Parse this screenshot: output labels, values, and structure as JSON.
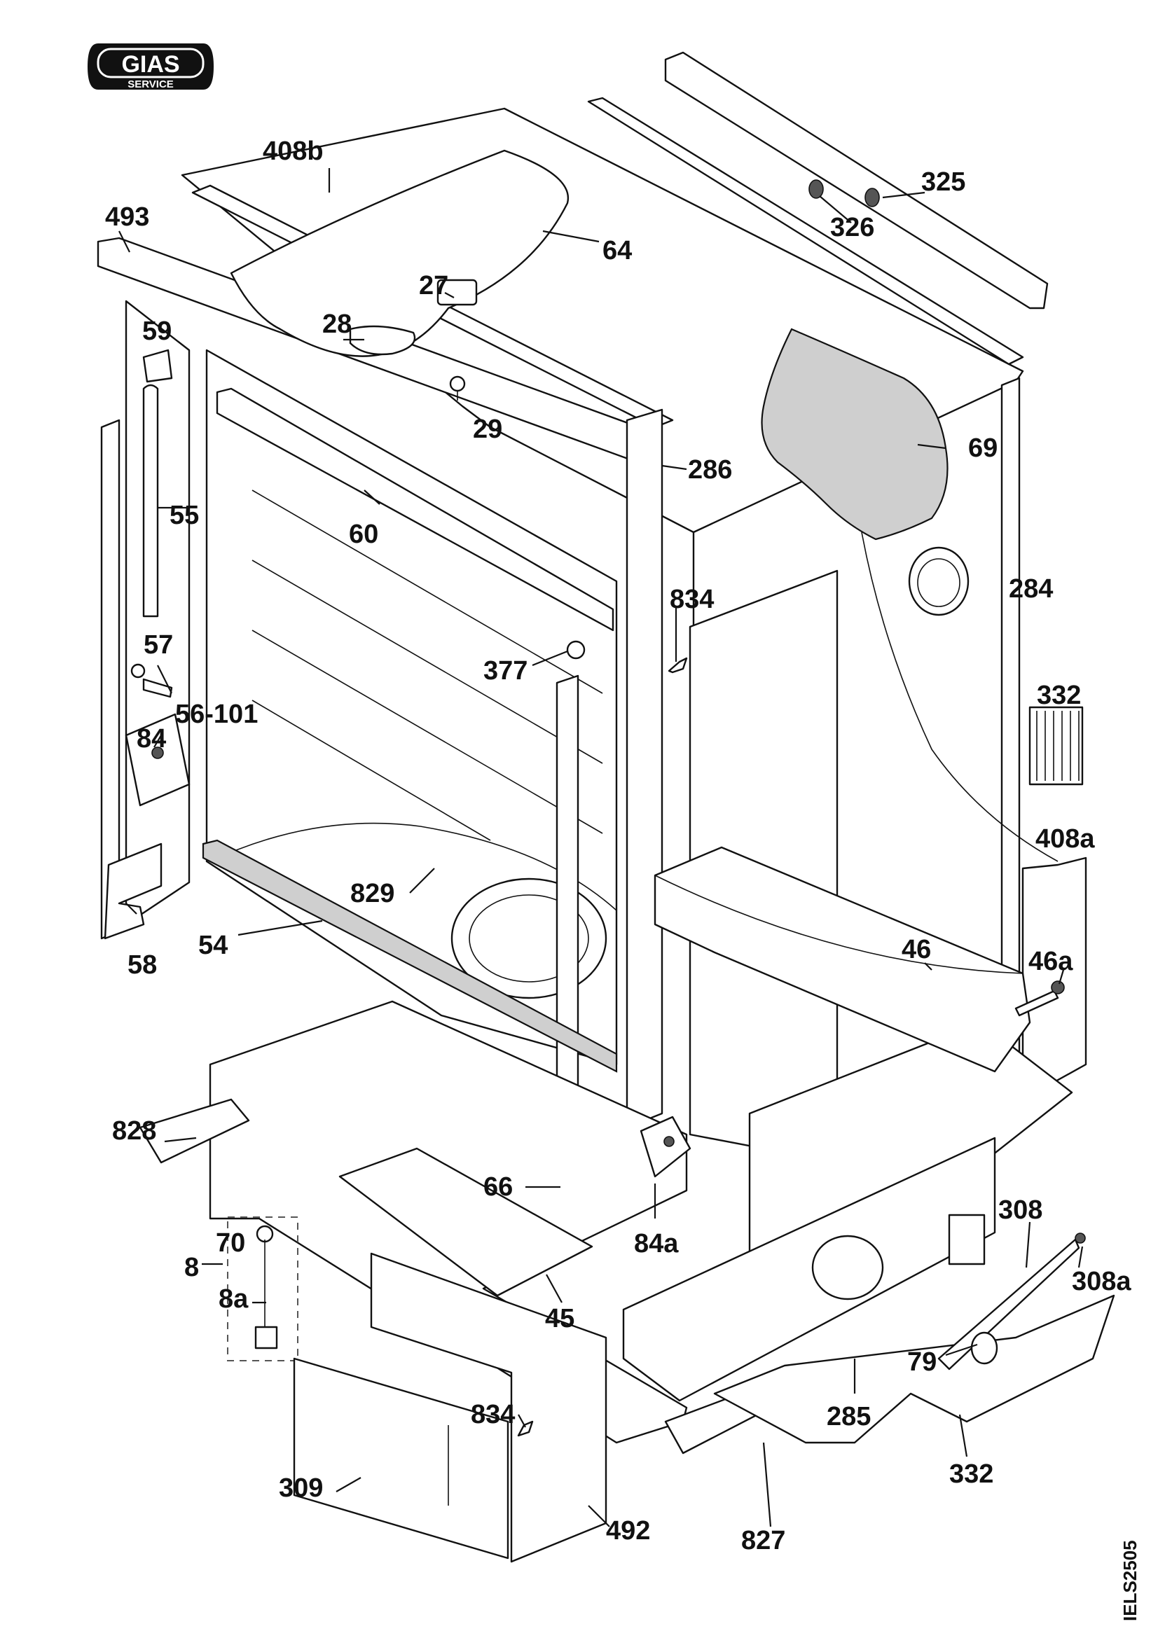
{
  "logo": {
    "brand": "GIAS",
    "subtitle": "SERVICE"
  },
  "document_code": "IELS2505",
  "parts": {
    "p408b": "408b",
    "p493": "493",
    "p64": "64",
    "p27": "27",
    "p28": "28",
    "p59": "59",
    "p29": "29",
    "p325": "325",
    "p326": "326",
    "p69": "69",
    "p286": "286",
    "p55": "55",
    "p60": "60",
    "p284": "284",
    "p834a": "834",
    "p57": "57",
    "p377": "377",
    "p56_101": "56-101",
    "p332a": "332",
    "p84": "84",
    "p408a": "408a",
    "p829": "829",
    "p46": "46",
    "p54": "54",
    "p46a": "46a",
    "p58": "58",
    "p828": "828",
    "p66": "66",
    "p84a": "84a",
    "p308": "308",
    "p70": "70",
    "p8": "8",
    "p308a": "308a",
    "p8a": "8a",
    "p45": "45",
    "p79": "79",
    "p834b": "834",
    "p285": "285",
    "p332b": "332",
    "p309": "309",
    "p827": "827",
    "p492": "492"
  }
}
